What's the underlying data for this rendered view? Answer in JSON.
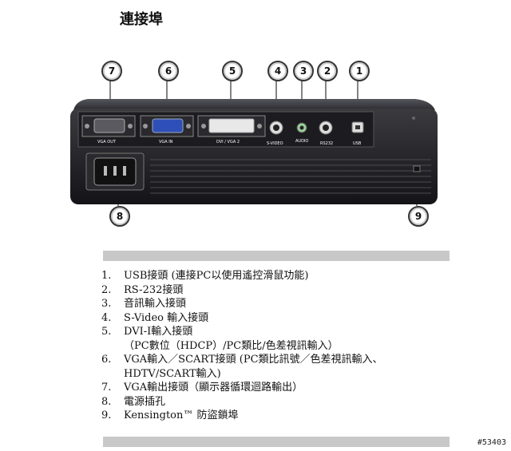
{
  "page": {
    "title": "連接埠"
  },
  "figure": {
    "callouts": [
      "7",
      "6",
      "5",
      "4",
      "3",
      "2",
      "1",
      "8",
      "9"
    ],
    "port_labels": [
      "VGA OUT",
      "VGA IN",
      "DVI / VGA 2",
      "S-VIDEO",
      "AUDIO",
      "RS232",
      "USB"
    ]
  },
  "legend": [
    {
      "num": "1.",
      "text": "USB接頭 (連接PC以使用遙控滑鼠功能)"
    },
    {
      "num": "2.",
      "text": "RS-232接頭"
    },
    {
      "num": "3.",
      "text": "音訊輸入接頭"
    },
    {
      "num": "4.",
      "text": "S-Video 輸入接頭"
    },
    {
      "num": "5.",
      "text": "DVI-I輸入接頭",
      "cont": "（PC數位（HDCP）/PC類比/色差視訊輸入）"
    },
    {
      "num": "6.",
      "text": "VGA輸入／SCART接頭 (PC類比訊號／色差視訊輸入、",
      "cont": "HDTV/SCART輸入)"
    },
    {
      "num": "7.",
      "text": "VGA輸出接頭（顯示器循環迴路輸出）"
    },
    {
      "num": "8.",
      "text": "電源插孔"
    },
    {
      "num": "9.",
      "text": "Kensington™ 防盜鎖埠"
    }
  ],
  "stamp": "#53403"
}
